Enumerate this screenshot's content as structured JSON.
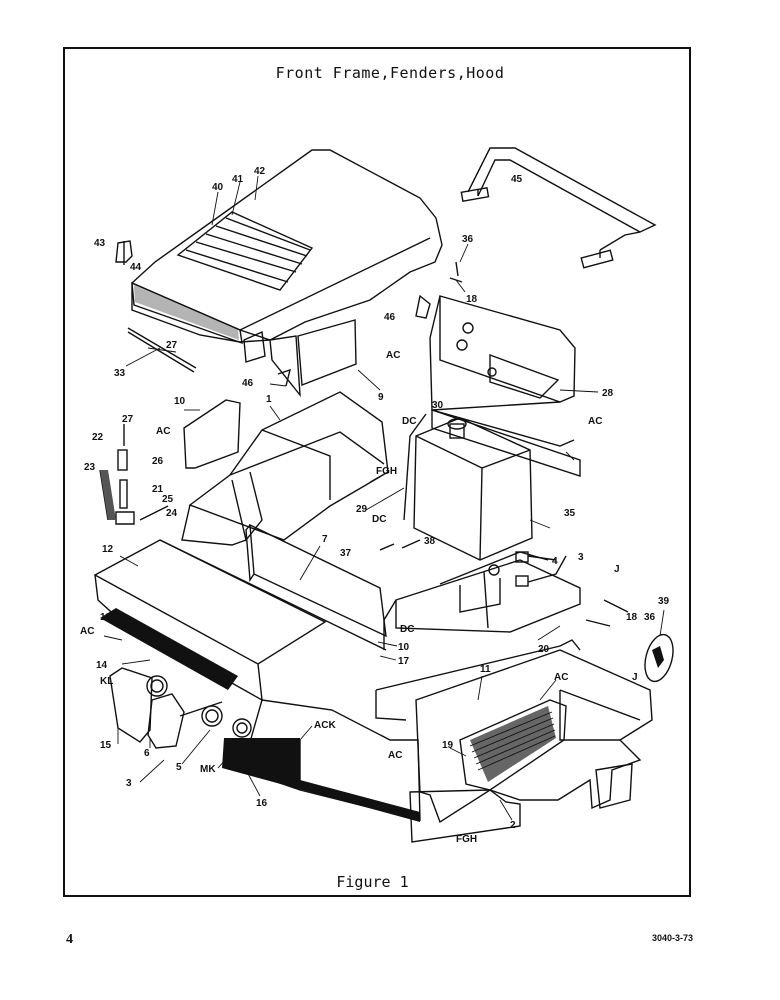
{
  "title": "Front Frame,Fenders,Hood",
  "caption": "Figure 1",
  "page_number": "4",
  "doc_code": "3040-3-73",
  "callouts": [
    "40",
    "41",
    "42",
    "45",
    "43",
    "44",
    "36",
    "18",
    "46",
    "33",
    "27",
    "46",
    "9",
    "28",
    "10",
    "1",
    "AC",
    "AC",
    "AC",
    "30",
    "DC",
    "FGH",
    "27",
    "22",
    "26",
    "23",
    "21",
    "25",
    "24",
    "29",
    "DC",
    "35",
    "12",
    "7",
    "37",
    "38",
    "4",
    "3",
    "J",
    "39",
    "18",
    "36",
    "13",
    "AC",
    "DC",
    "10",
    "17",
    "20",
    "14",
    "KL",
    "11",
    "AC",
    "J",
    "15",
    "6",
    "ACK",
    "AC",
    "19",
    "3",
    "5",
    "MK",
    "16",
    "2",
    "FGH"
  ]
}
